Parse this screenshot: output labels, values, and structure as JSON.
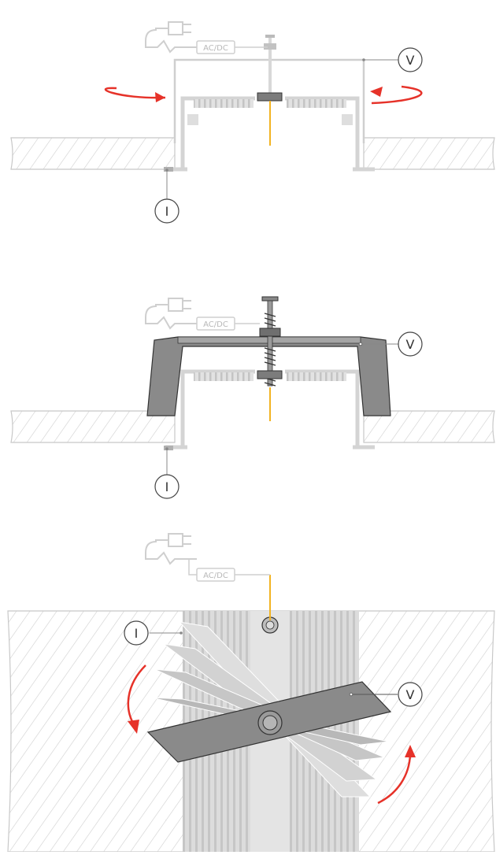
{
  "power": {
    "converter_label": "AC/DC"
  },
  "labels": {
    "profile": "I",
    "clamp": "V"
  },
  "colors": {
    "hatch": "#cfcfcf",
    "light_grey": "#c8c8c8",
    "profile_grey": "#d6d6d6",
    "dark_grey": "#8a8a8a",
    "arrow_red": "#e63229",
    "wire_yellow": "#f2b321",
    "outline": "#333333"
  },
  "icons": {
    "plug": "plug-icon",
    "rotate_arrow": "rotate-arrow-icon",
    "screw": "screw-icon"
  }
}
